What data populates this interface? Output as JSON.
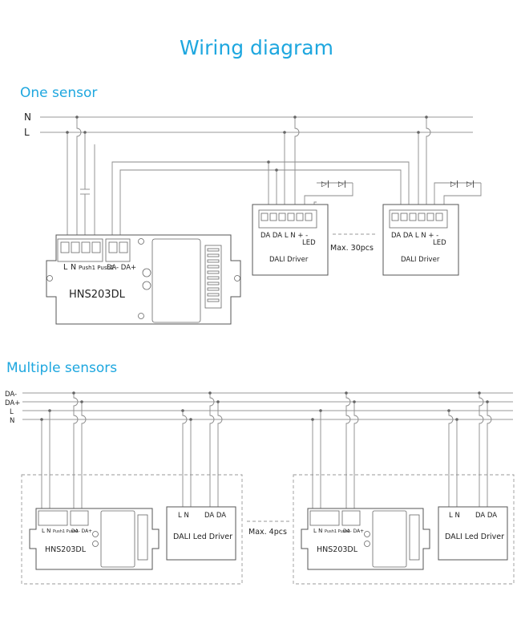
{
  "title": "Wiring diagram",
  "section_one": "One sensor",
  "section_multi": "Multiple sensors",
  "one": {
    "bus_n": "N",
    "bus_l": "L",
    "sensor_model": "HNS203DL",
    "sensor_terminals": {
      "l": "L",
      "n": "N",
      "push": "Push1 Push2",
      "dali": "DA- DA+"
    },
    "driver_label": "DALI Driver",
    "driver_terminals": "DA DA  L   N  +  -",
    "led": "LED",
    "max": "Max. 30pcs"
  },
  "multi": {
    "bus_labels": [
      "DA-",
      "DA+",
      "L",
      "N"
    ],
    "sensor_model": "HNS203DL",
    "sensor_terminals": {
      "ln": "L N",
      "push": "Push1 Push2",
      "dali": "DA- DA+"
    },
    "driver_label": "DALI Led Driver",
    "driver_terminals": {
      "ln": "L  N",
      "da": "DA DA"
    },
    "max": "Max. 4pcs"
  }
}
